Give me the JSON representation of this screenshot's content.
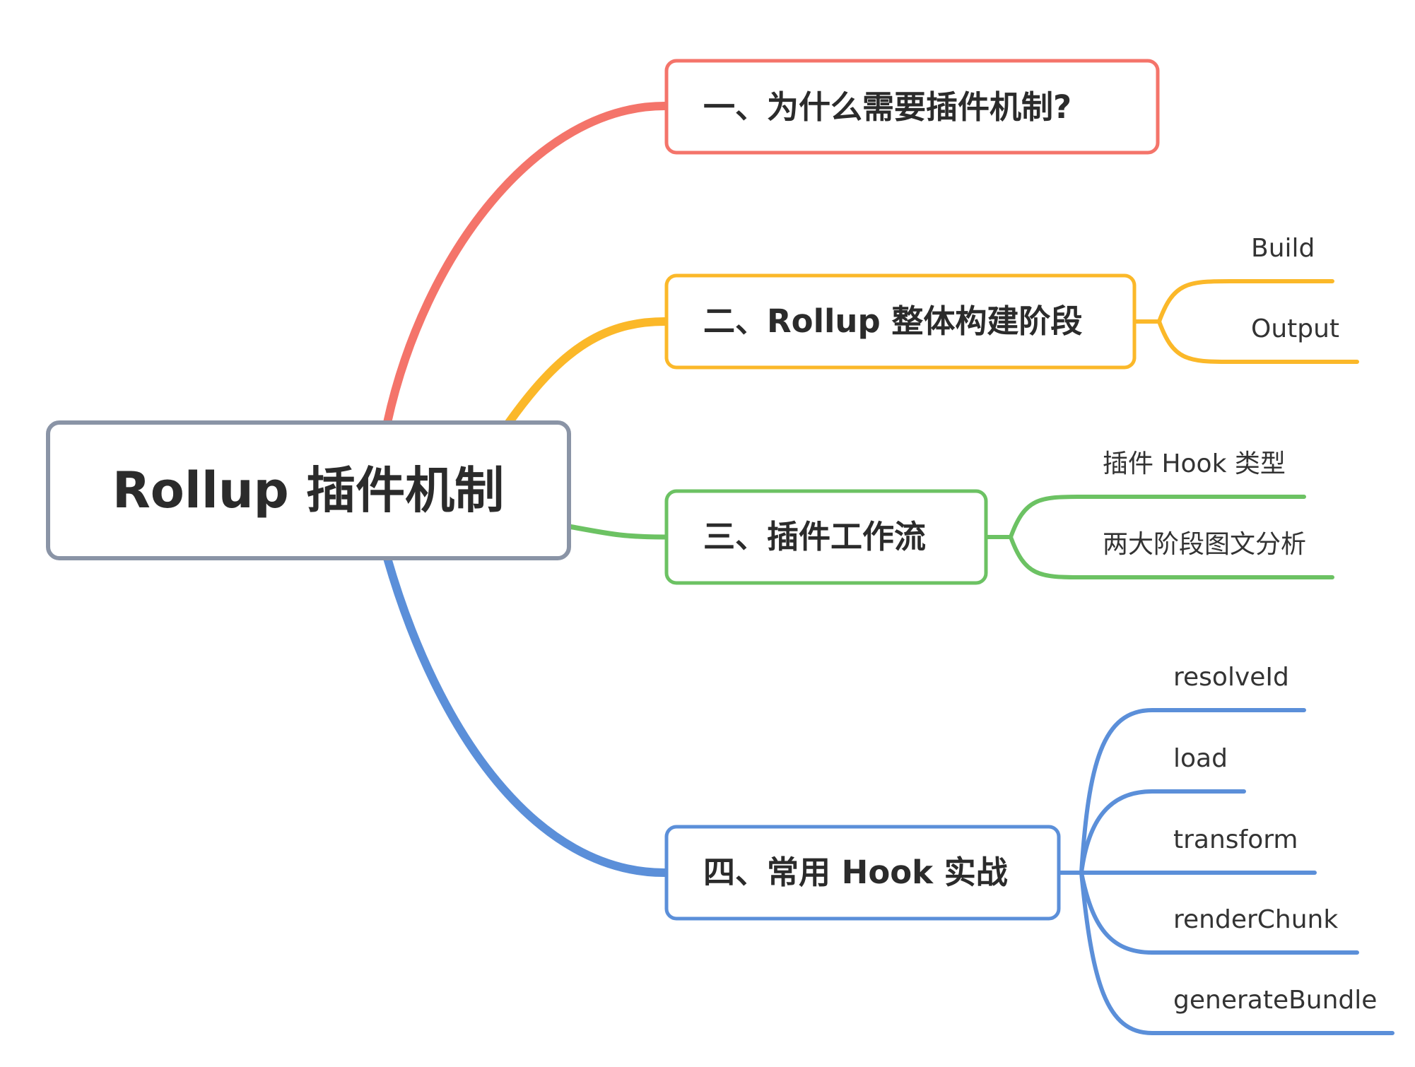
{
  "root": {
    "label": "Rollup 插件机制",
    "color": "#8a94a6"
  },
  "branches": [
    {
      "label": "一、为什么需要插件机制?",
      "color": "#f4746a",
      "children": []
    },
    {
      "label": "二、Rollup 整体构建阶段",
      "color": "#fbb829",
      "children": [
        "Build",
        "Output"
      ]
    },
    {
      "label": "三、插件工作流",
      "color": "#6cc263",
      "children": [
        "插件 Hook 类型",
        "两大阶段图文分析"
      ]
    },
    {
      "label": "四、常用 Hook 实战",
      "color": "#5b8fd9",
      "children": [
        "resolveId",
        "load",
        "transform",
        "renderChunk",
        "generateBundle"
      ]
    }
  ]
}
